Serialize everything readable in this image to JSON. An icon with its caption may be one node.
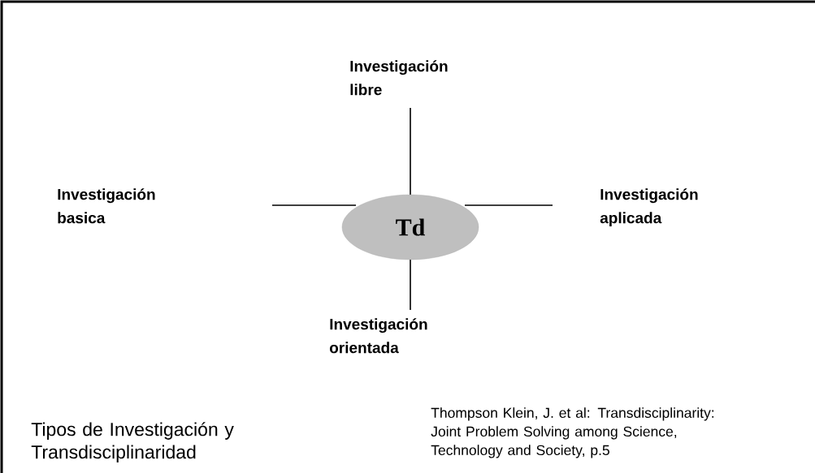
{
  "diagram": {
    "title": "Tipos de Investigación y Transdisciplinaridad",
    "caption": "Thompson  Klein, J. et al: Transdisciplinarity: Joint Problem Solving among Science, Technology and Society, p.5",
    "nodes": [
      {
        "text": [
          "Td"
        ]
      }
    ],
    "labels": [
      "Investigación libre",
      "Investigación basica",
      "Investigación aplicada",
      "Investigación orientada"
    ]
  }
}
